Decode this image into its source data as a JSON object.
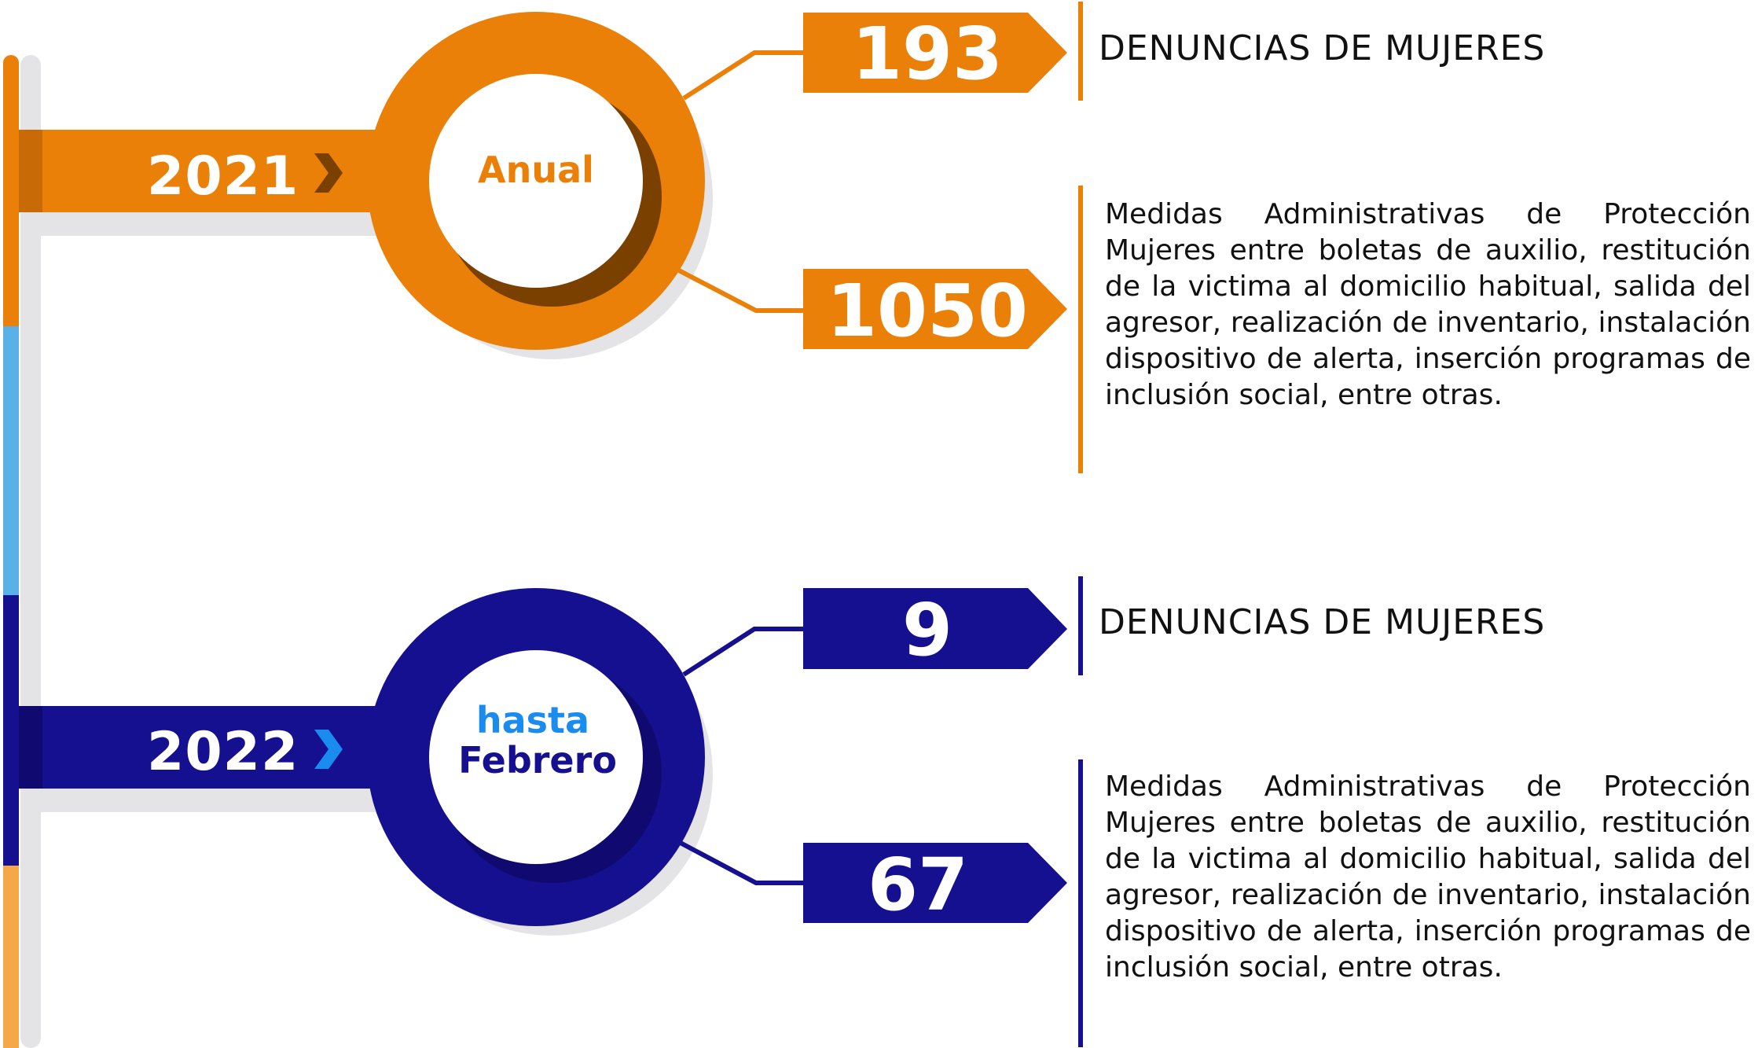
{
  "colors": {
    "orange": "#ea8008",
    "navy": "#15108f",
    "light_blue": "#5ab1e8",
    "light_orange": "#f6a848",
    "gray": "#e4e4e6",
    "dark_brown": "#7a4000",
    "bright_blue": "#1a8cf0"
  },
  "entries": [
    {
      "year": "2021",
      "period_line1": "Anual",
      "period_line2": "",
      "denuncias_value": "193",
      "denuncias_label": "DENUNCIAS DE MUJERES",
      "medidas_value": "1050",
      "medidas_label": "Medidas Administrativas de Protección Mujeres entre boletas de auxilio, restitución de la victima al domicilio habitual, salida del agresor, realización de inventario, instalación dispositivo de alerta, inserción programas de inclusión social, entre otras."
    },
    {
      "year": "2022",
      "period_line1": "hasta",
      "period_line2": "Febrero",
      "denuncias_value": "9",
      "denuncias_label": "DENUNCIAS DE MUJERES",
      "medidas_value": "67",
      "medidas_label": "Medidas Administrativas de Protección Mujeres entre boletas de auxilio, restitución de la victima al domicilio habitual, salida del agresor, realización de inventario, instalación dispositivo de alerta, inserción programas de inclusión social, entre otras."
    }
  ]
}
